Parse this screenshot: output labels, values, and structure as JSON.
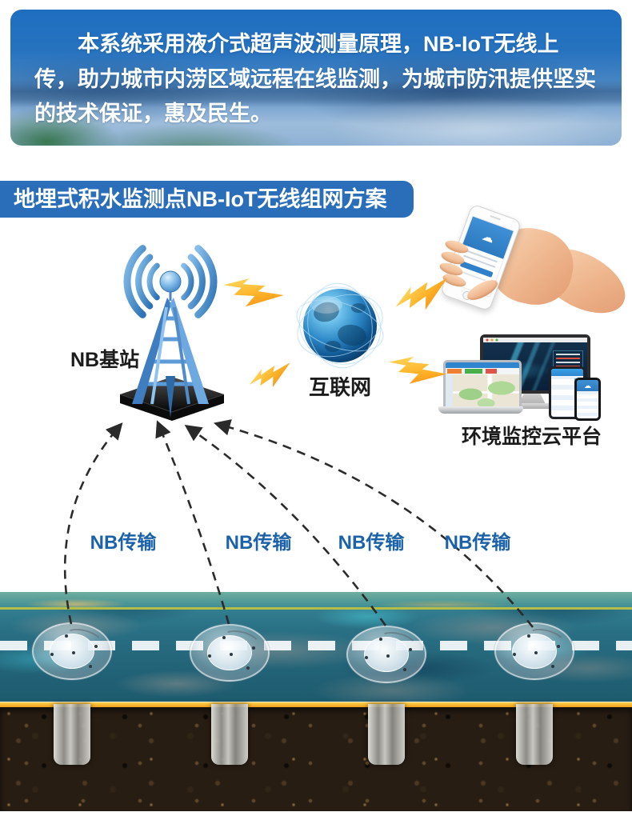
{
  "banner": {
    "text": "本系统采用液介式超声波测量原理，NB-IoT无线上传，助力城市内涝区域远程在线监测，为城市防汛提供坚实的技术保证，惠及民生。"
  },
  "section_title": "地埋式积水监测点NB-IoT无线组网方案",
  "diagram": {
    "base_station_label": "NB基站",
    "internet_label": "互联网",
    "cloud_platform_label": "环境监控云平台",
    "transmission_labels": [
      "NB传输",
      "NB传输",
      "NB传输",
      "NB传输"
    ]
  },
  "icons": {
    "base_station": "radio-tower-icon",
    "internet": "network-globe-icon",
    "user_terminal": "smartphone-in-hand-icon",
    "cloud_platform": "multi-device-screens-icon",
    "wireless_link": "lightning-bolt-icon",
    "uplink": "dashed-curved-arrow",
    "monitoring_point": "buried-water-sensor-icon"
  },
  "colors": {
    "banner_blue": "#1e6ec0",
    "title_badge_blue": "#2a6db8",
    "transmission_label_blue": "#1b62a8",
    "dark_label": "#1c1c1c",
    "lightning_orange": "#f7941d",
    "lightning_yellow": "#ffe36b",
    "tower_blue": "#4a8fd3",
    "water_teal": "#2a7186",
    "road_dash_white": "#fafcfd",
    "curb_yellow": "#f0a82c",
    "soil_brown": "#271d13"
  }
}
